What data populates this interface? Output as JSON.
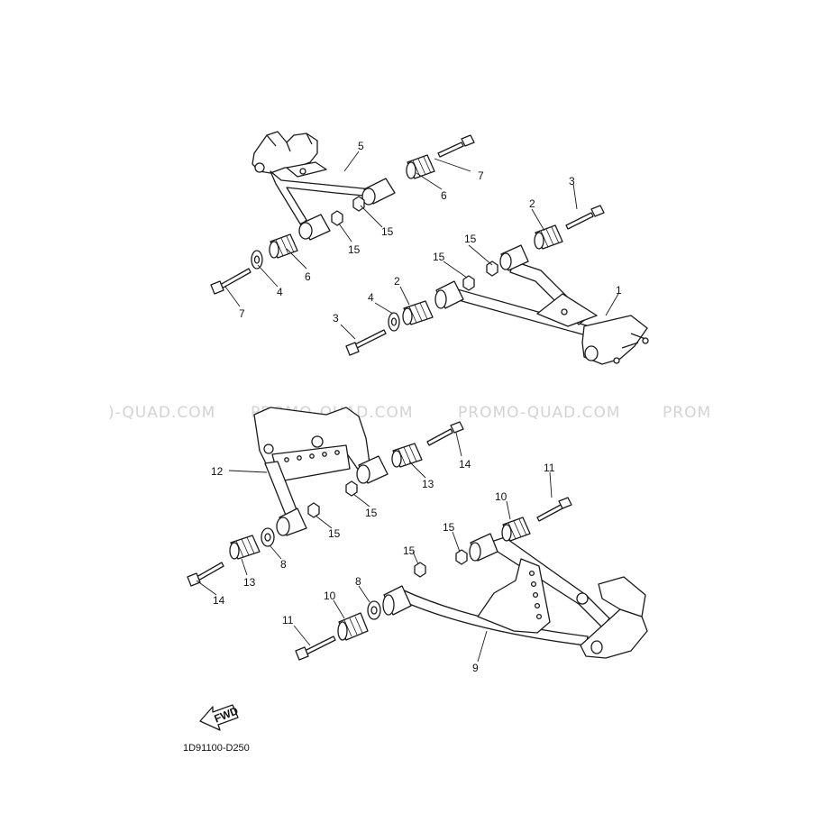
{
  "diagram": {
    "watermark_text": "PROMO-QUAD.COM",
    "watermark_fragment_left": ")-QUAD.COM",
    "watermark_fragment_right": "PROM",
    "diagram_code": "1D91100-D250",
    "fwd_label": "FWD",
    "labels": {
      "l1": "1",
      "l2a": "2",
      "l2b": "2",
      "l3a": "3",
      "l3b": "3",
      "l4a": "4",
      "l4b": "4",
      "l5": "5",
      "l6a": "6",
      "l6b": "6",
      "l7a": "7",
      "l7b": "7",
      "l8a": "8",
      "l8b": "8",
      "l9": "9",
      "l10a": "10",
      "l10b": "10",
      "l11a": "11",
      "l11b": "11",
      "l12": "12",
      "l13a": "13",
      "l13b": "13",
      "l14a": "14",
      "l14b": "14",
      "l15a": "15",
      "l15b": "15",
      "l15c": "15",
      "l15d": "15",
      "l15e": "15",
      "l15f": "15",
      "l15g": "15",
      "l15h": "15"
    }
  }
}
